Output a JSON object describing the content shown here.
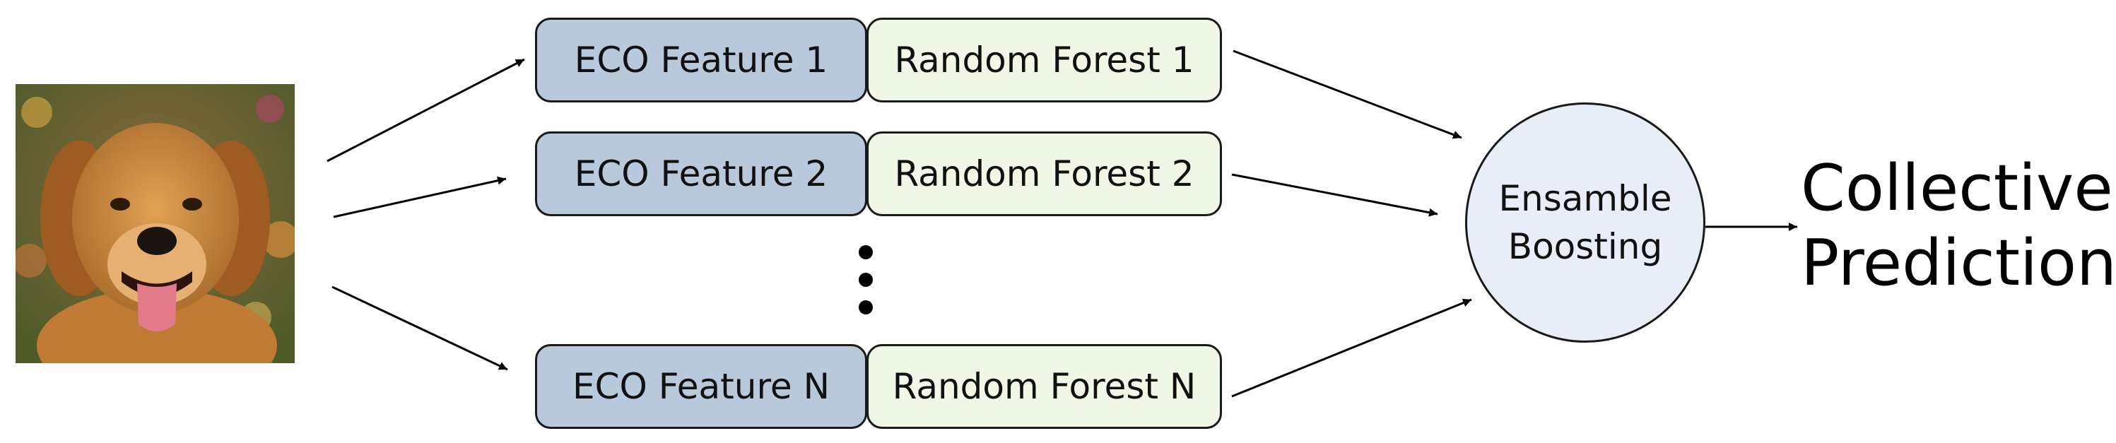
{
  "colors": {
    "eco_fill": "#b7c9da",
    "rf_fill": "#eff8e7",
    "ensemble_fill": "#e8eef8",
    "arrow": "#000000"
  },
  "input": {
    "icon": "dog-photo-icon"
  },
  "branches": [
    {
      "feature": "ECO Feature 1",
      "classifier": "Random Forest 1"
    },
    {
      "feature": "ECO Feature 2",
      "classifier": "Random Forest 2"
    },
    {
      "feature": "ECO Feature N",
      "classifier": "Random Forest N"
    }
  ],
  "ensemble": {
    "line1": "Ensamble",
    "line2": "Boosting"
  },
  "output": {
    "line1": "Collective",
    "line2": "Prediction"
  }
}
